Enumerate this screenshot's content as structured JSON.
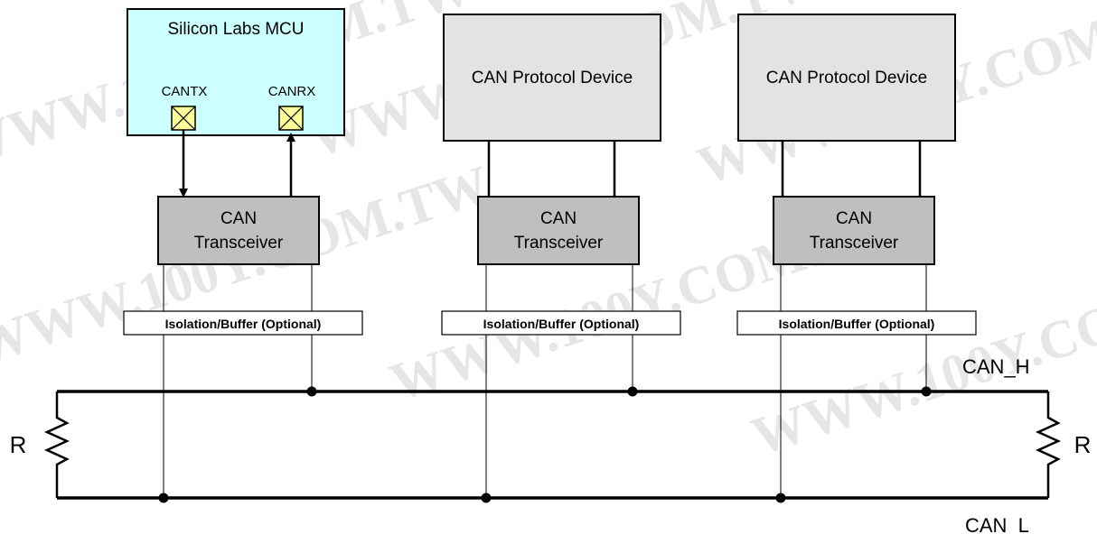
{
  "watermark": "WWW.100Y.COM.TW",
  "colors": {
    "mcu_fill": "#ccffff",
    "device_fill": "#e3e3e3",
    "transceiver_fill": "#bfbfbf",
    "pin_fill": "#ffff99",
    "line": "#000000"
  },
  "mcu": {
    "title": "Silicon Labs MCU",
    "pin_tx": "CANTX",
    "pin_rx": "CANRX"
  },
  "devices": [
    {
      "label": "CAN Protocol Device"
    },
    {
      "label": "CAN Protocol Device"
    }
  ],
  "transceivers": [
    {
      "line1": "CAN",
      "line2": "Transceiver"
    },
    {
      "line1": "CAN",
      "line2": "Transceiver"
    },
    {
      "line1": "CAN",
      "line2": "Transceiver"
    }
  ],
  "isolation_label": "Isolation/Buffer (Optional)",
  "bus": {
    "high_label": "CAN_H",
    "low_label": "CAN_L"
  },
  "terminators": [
    {
      "label": "R"
    },
    {
      "label": "R"
    }
  ]
}
